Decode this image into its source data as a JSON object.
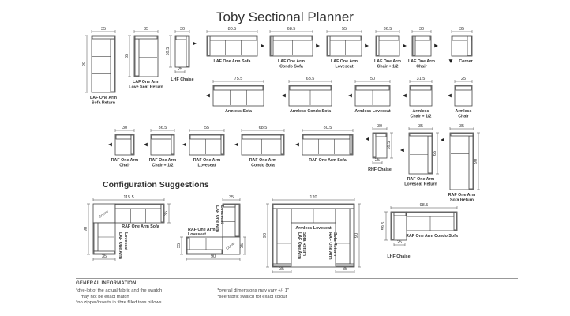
{
  "title": "Toby Sectional Planner",
  "config_title": "Configuration Suggestions",
  "info": {
    "heading": "GENERAL INFORMATION:",
    "left": [
      "*dye-lot of the actual fabric and the swatch",
      "may not be exact match",
      "*no zipper/inserts in fibre filled toss pillows"
    ],
    "right": [
      "*overall dimensions may vary +/- 1\"",
      "*see fabric swatch for exact colour"
    ]
  },
  "pieces": [
    {
      "label": [
        "LAF One Arm",
        "Sofa Return"
      ],
      "dims": [
        "35",
        "90"
      ]
    },
    {
      "label": [
        "LAF One Arm",
        "Love Seat Return"
      ],
      "dims": [
        "35",
        "65"
      ]
    },
    {
      "label": [
        "LHF Chaise"
      ],
      "dims": [
        "30",
        "59.5",
        "25"
      ]
    },
    {
      "label": [
        "LAF One Arm Sofa"
      ],
      "dims": [
        "80.5"
      ]
    },
    {
      "label": [
        "LAF One Arm",
        "Condo Sofa"
      ],
      "dims": [
        "68.5"
      ]
    },
    {
      "label": [
        "LAF One Arm",
        "Loveseat"
      ],
      "dims": [
        "55"
      ]
    },
    {
      "label": [
        "LAF One Arm",
        "Chair + 1/2"
      ],
      "dims": [
        "36.5"
      ]
    },
    {
      "label": [
        "LAF One Arm",
        "Chair"
      ],
      "dims": [
        "30"
      ]
    },
    {
      "label": [
        "Corner"
      ],
      "dims": [
        "35"
      ]
    },
    {
      "label": [
        "Armless Sofa"
      ],
      "dims": [
        "75.5"
      ]
    },
    {
      "label": [
        "Armless Condo Sofa"
      ],
      "dims": [
        "63.5"
      ]
    },
    {
      "label": [
        "Armless Loveseat"
      ],
      "dims": [
        "50"
      ]
    },
    {
      "label": [
        "Armless",
        "Chair + 1/2"
      ],
      "dims": [
        "31.5"
      ]
    },
    {
      "label": [
        "Armless",
        "Chair"
      ],
      "dims": [
        "25"
      ]
    },
    {
      "label": [
        "RAF One Arm",
        "Chair"
      ],
      "dims": [
        "30"
      ]
    },
    {
      "label": [
        "RAF One Arm",
        "Chair + 1/2"
      ],
      "dims": [
        "36.5"
      ]
    },
    {
      "label": [
        "RAF One Arm",
        "Loveseat"
      ],
      "dims": [
        "55"
      ]
    },
    {
      "label": [
        "RAF One Arm",
        "Condo Sofa"
      ],
      "dims": [
        "68.5"
      ]
    },
    {
      "label": [
        "RAF One Arm Sofa"
      ],
      "dims": [
        "80.5"
      ]
    },
    {
      "label": [
        "RHF Chaise"
      ],
      "dims": [
        "30",
        "59.5",
        "25"
      ]
    },
    {
      "label": [
        "RAF One Arm",
        "Loveseat Return"
      ],
      "dims": [
        "35",
        "65"
      ]
    },
    {
      "label": [
        "RAF One Arm",
        "Sofa Return"
      ],
      "dims": [
        "35",
        "90"
      ]
    }
  ],
  "configs": [
    {
      "dims": [
        "115.5",
        "35",
        "90",
        "35"
      ],
      "labels": [
        "RAF One Arm Sofa",
        "LAF One Arm",
        "Loveseat",
        "Corner"
      ]
    },
    {
      "dims": [
        "35",
        "35",
        "35",
        "90"
      ],
      "labels": [
        "LAF One Arm",
        "Loveseat",
        "RAF One Arm",
        "Loveseat",
        "Corner"
      ]
    },
    {
      "dims": [
        "120",
        "90",
        "90",
        "35",
        "35"
      ],
      "labels": [
        "Armless Loveseat",
        "LAF One Arm",
        "Sofa Return",
        "RAF One Arm",
        "Sofa Return"
      ]
    },
    {
      "dims": [
        "98.5",
        "59.5",
        "25"
      ],
      "labels": [
        "RAF One Arm Condo Sofa",
        "LHF Chaise"
      ]
    }
  ]
}
